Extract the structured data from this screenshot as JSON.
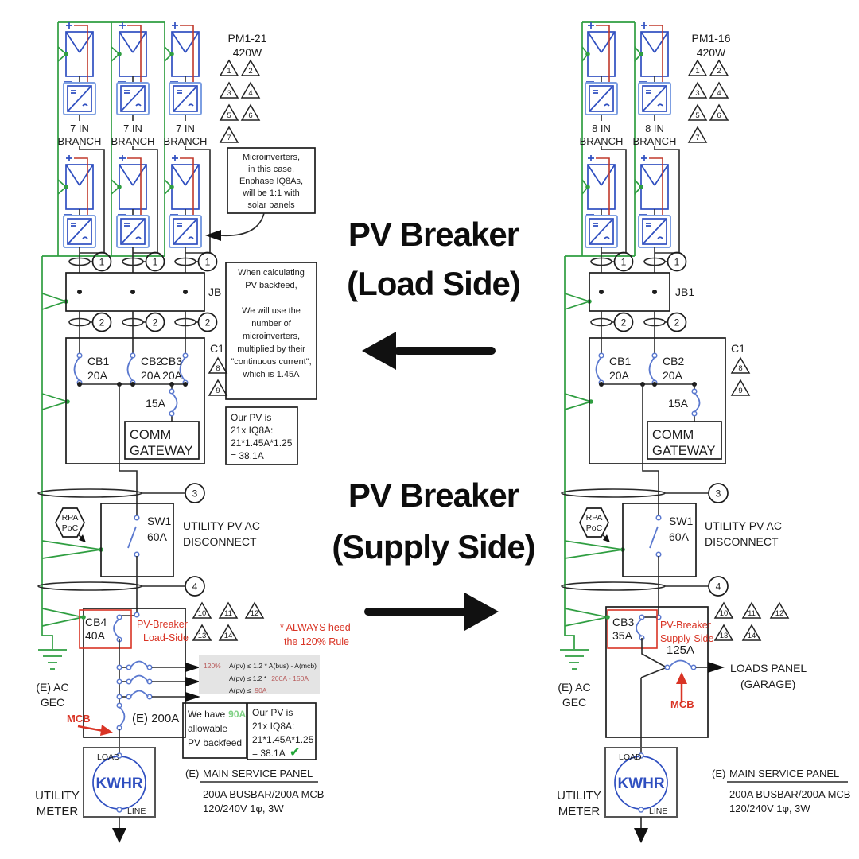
{
  "colors": {
    "wire": "#2a2a2a",
    "panel_blue": "#2f4fc0",
    "inverter_blue": "#7d9fe2",
    "breaker_blue": "#5b79cf",
    "ground_green": "#2f9e41",
    "alert_red": "#d93425",
    "formula_red": "#b85c5c",
    "ok_green": "#21a637",
    "light_green": "#7ed083",
    "note_gray": "#e4e4e4"
  },
  "center": {
    "load_line1": "PV Breaker",
    "load_line2": "(Load Side)",
    "supply_line1": "PV Breaker",
    "supply_line2": "(Supply Side)"
  },
  "left": {
    "pm": "PM1-21",
    "watts": "420W",
    "branch1": "7 IN",
    "branch2": "BRANCH",
    "tri": [
      "1",
      "2",
      "3",
      "4",
      "5",
      "6",
      "7"
    ],
    "tri89": [
      "8",
      "9"
    ],
    "tri1014": [
      "10",
      "11",
      "12",
      "13",
      "14"
    ],
    "tags": [
      "1",
      "2",
      "3",
      "4"
    ],
    "jb": "JB",
    "c1": "C1",
    "cb1": "CB1",
    "cb1a": "20A",
    "cb2": "CB2",
    "cb2a": "20A",
    "cb3": "CB3",
    "cb3a": "20A",
    "sub": "15A",
    "comm1": "COMM",
    "comm2": "GATEWAY",
    "sw": "SW1",
    "swa": "60A",
    "disc1": "UTILITY PV AC",
    "disc2": "DISCONNECT",
    "rpa1": "RPA",
    "rpa2": "PoC",
    "cb4": "CB4",
    "cb4a": "40A",
    "tag1": "PV-Breaker",
    "tag2": "Load-Side",
    "mcb": "MCB",
    "emain": "(E) 200A",
    "load": "LOAD",
    "kwhr": "KWHR",
    "line": "LINE",
    "um1": "UTILITY",
    "um2": "METER",
    "gec1": "(E) AC",
    "gec2": "GEC",
    "sp_e": "(E)",
    "sp_t": "MAIN SERVICE PANEL",
    "sp1": "200A BUSBAR/200A MCB",
    "sp2": "120/240V 1φ, 3W",
    "note_micro": [
      "Microinverters,",
      "in this case,",
      "Enphase IQ8As,",
      "will be 1:1 with",
      "solar panels"
    ],
    "note_calc": [
      "When calculating",
      "PV backfeed,",
      "We will use the",
      "number of",
      "microinverters,",
      "multiplied by their",
      "\"continuous current\",",
      "which is 1.45A"
    ],
    "note_pv": [
      "Our PV is",
      "21x IQ8A:",
      "21*1.45A*1.25",
      "= 38.1A"
    ],
    "rule1": "* ALWAYS heed",
    "rule2": "the 120% Rule",
    "f_pct": "120%",
    "f1": "A(pv) ≤ 1.2 * A(bus) - A(mcb)",
    "f2a": "A(pv) ≤ 1.2 *",
    "f2b": "200A  -  150A",
    "f3a": "A(pv) ≤",
    "f3b": "90A",
    "bf1a": "We have",
    "bf1b": "90A",
    "bf2": "allowable",
    "bf3": "PV backfeed",
    "pv2": [
      "Our PV is",
      "21x IQ8A:",
      "21*1.45A*1.25",
      "= 38.1A"
    ],
    "check": "✔"
  },
  "right": {
    "pm": "PM1-16",
    "watts": "420W",
    "branch1": "8 IN",
    "branch2": "BRANCH",
    "tri": [
      "1",
      "2",
      "3",
      "4",
      "5",
      "6",
      "7"
    ],
    "tri89": [
      "8",
      "9"
    ],
    "tri1014": [
      "10",
      "11",
      "12",
      "13",
      "14"
    ],
    "tags": [
      "1",
      "2",
      "3",
      "4"
    ],
    "jb": "JB1",
    "c1": "C1",
    "cb1": "CB1",
    "cb1a": "20A",
    "cb2": "CB2",
    "cb2a": "20A",
    "sub": "15A",
    "comm1": "COMM",
    "comm2": "GATEWAY",
    "sw": "SW1",
    "swa": "60A",
    "disc1": "UTILITY PV AC",
    "disc2": "DISCONNECT",
    "rpa1": "RPA",
    "rpa2": "PoC",
    "cb3": "CB3",
    "cb3a": "35A",
    "tag1": "PV-Breaker",
    "tag2": "Supply-Side",
    "mcb": "MCB",
    "suba": "125A",
    "loads1": "LOADS PANEL",
    "loads2": "(GARAGE)",
    "load": "LOAD",
    "kwhr": "KWHR",
    "line": "LINE",
    "um1": "UTILITY",
    "um2": "METER",
    "gec1": "(E) AC",
    "gec2": "GEC",
    "sp_e": "(E)",
    "sp_t": "MAIN SERVICE PANEL",
    "sp1": "200A BUSBAR/200A MCB",
    "sp2": "120/240V 1φ, 3W"
  }
}
